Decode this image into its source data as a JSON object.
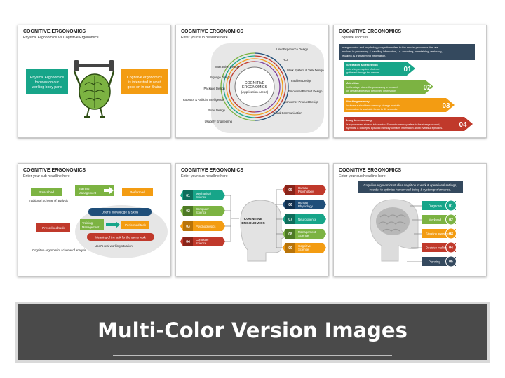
{
  "slides": [
    {
      "title": "COGNITIVE ERGONOMICS",
      "subtitle": "Physical Ergonomics Vs Cognitive Ergonomics",
      "left_box": [
        "Physical Ergonomics",
        "focuses on our",
        "working body parts"
      ],
      "right_box": [
        "Cognitive ergonomics",
        "is interested in what",
        "goes on in our Brains"
      ]
    },
    {
      "title": "COGNITIVE ERGONOMICS",
      "subtitle": "Enter your sub headline here",
      "center": [
        "COGNITIVE",
        "ERGONOMICS",
        "(Application Areas)"
      ],
      "left_labels": [
        "Interaction Design",
        "Signage Design",
        "Package Design",
        "Robotics & Artificial Intelligence",
        "Retail Design",
        "Usability Engineering"
      ],
      "right_labels": [
        "User Experience Design",
        "HCI",
        "Work System & Task Design",
        "Fashion Design",
        "Emotional Product Design",
        "Consumer Product Design",
        "Visual Communication"
      ]
    },
    {
      "title": "COGNITIVE ERGONOMICS",
      "subtitle": "Cognitive Process",
      "intro": [
        "In ergonomics and psychology, cognition refers to the mental processes that are",
        "involved in processing & handling information, i.e. encoding, maintaining, retrieving,",
        "recalling, & transforming information."
      ],
      "steps": [
        {
          "num": "01",
          "title": "Sensation & perception",
          "lines": [
            "refers to perception of stimuli",
            "gathered through the senses."
          ]
        },
        {
          "num": "02",
          "title": "Attention",
          "lines": [
            "is the stage where the processing is focused",
            "on certain aspects of perceived information."
          ]
        },
        {
          "num": "03",
          "title": "Working memory",
          "lines": [
            "includes a short-term memory storage in which",
            "information is available for up to 30 seconds."
          ]
        },
        {
          "num": "04",
          "title": "Long term memory",
          "lines": [
            "is a permanent store of information. Semantic memory refers to the storage of word,",
            "symbols, & concepts. Episodic memory contains information about events & episodes."
          ]
        }
      ]
    },
    {
      "title": "COGNITIVE ERGONOMICS",
      "subtitle": "Enter your sub headline here",
      "traditional": {
        "prescribed": "Prescribed",
        "training": [
          "Training",
          "Management"
        ],
        "performed": "Performed",
        "caption": "Traditional Scheme of analysis"
      },
      "cognitive": {
        "knowledge": "User's knowledge & Skills",
        "prescribed_task": "Prescribed task",
        "training": [
          "Training",
          "Management"
        ],
        "performed_task": "Performed task",
        "meaning": "Meaning of the task for the user's work",
        "situation": "User's real working situation",
        "caption": "Cognitive ergonomics scheme of analysis"
      }
    },
    {
      "title": "COGNITIVE ERGONOMICS",
      "subtitle": "Enter your sub headline here",
      "center": [
        "COGNITIVE",
        "ERGONOMICS"
      ],
      "left_items": [
        {
          "num": "01",
          "lines": [
            "Mechanical",
            "Science"
          ]
        },
        {
          "num": "02",
          "lines": [
            "Computer",
            "Science"
          ]
        },
        {
          "num": "03",
          "lines": [
            "Psychophysics"
          ]
        },
        {
          "num": "04",
          "lines": [
            "Computer",
            "Science"
          ]
        }
      ],
      "right_items": [
        {
          "num": "05",
          "lines": [
            "Human",
            "Psychology"
          ]
        },
        {
          "num": "06",
          "lines": [
            "Human",
            "Physiology"
          ]
        },
        {
          "num": "07",
          "lines": [
            "Neuroscience"
          ]
        },
        {
          "num": "08",
          "lines": [
            "Management",
            "Science"
          ]
        },
        {
          "num": "09",
          "lines": [
            "Cognitive",
            "Science"
          ]
        }
      ]
    },
    {
      "title": "COGNITIVE ERGONOMICS",
      "subtitle": "Enter your sub headline here",
      "intro": [
        "Cognitive ergonomics studies cognition in work & operational settings,",
        "in order to optimize human well-being & system performance."
      ],
      "items": [
        {
          "num": "01",
          "label": "Diagnosis"
        },
        {
          "num": "02",
          "label": "Workload"
        },
        {
          "num": "03",
          "label": "Situation awareness"
        },
        {
          "num": "04",
          "label": "Decision making"
        },
        {
          "num": "05",
          "label": "Planning"
        }
      ]
    }
  ],
  "banner": {
    "text": "Multi-Color Version Images"
  },
  "colors": {
    "blue": "#1f4e79",
    "teal": "#17a589",
    "green": "#7cb342",
    "orange": "#f39c12",
    "red": "#c0392b",
    "purple": "#7d3c98",
    "navy": "#34495e",
    "dark_bg": "#4a4a4a"
  }
}
